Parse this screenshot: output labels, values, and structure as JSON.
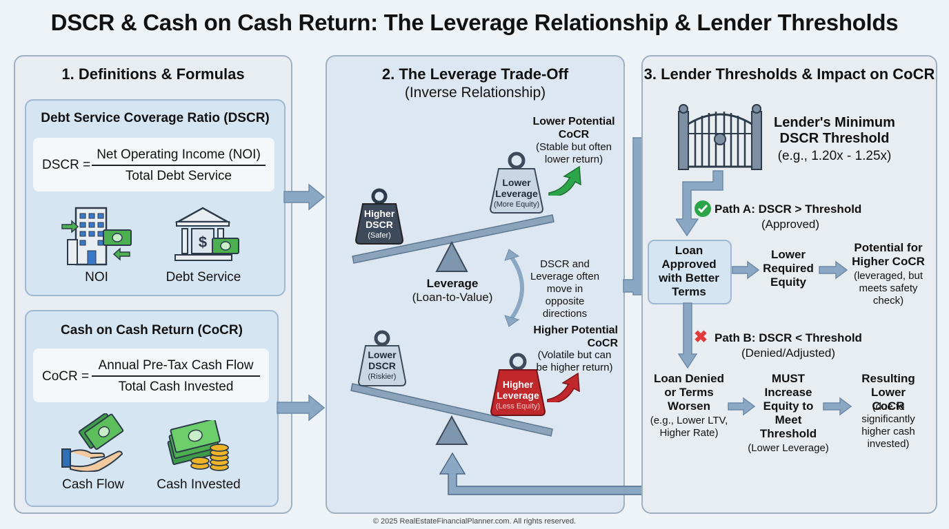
{
  "title": "DSCR & Cash on Cash Return: The Leverage Relationship & Lender Thresholds",
  "panel1": {
    "title": "1. Definitions & Formulas",
    "dscr_card": {
      "title": "Debt Service Coverage Ratio (DSCR)",
      "formula_lhs": "DSCR =",
      "numerator": "Net Operating Income (NOI)",
      "denominator": "Total Debt Service",
      "icon1_label": "NOI",
      "icon2_label": "Debt Service",
      "icon2_symbol": "$"
    },
    "cocr_card": {
      "title": "Cash on Cash Return (CoCR)",
      "formula_lhs": "CoCR =",
      "numerator": "Annual Pre-Tax Cash Flow",
      "denominator": "Total Cash Invested",
      "icon1_label": "Cash Flow",
      "icon2_label": "Cash Invested"
    }
  },
  "panel2": {
    "title": "2. The Leverage Trade-Off",
    "subtitle": "(Inverse Relationship)",
    "top_left_weight": {
      "line1": "Higher",
      "line2": "DSCR",
      "sub": "(Safer)"
    },
    "top_right_weight": {
      "line1": "Lower",
      "line2": "Leverage",
      "sub": "(More Equity)"
    },
    "top_outcome_bold": "Lower Potential CoCR",
    "top_outcome_note": "(Stable but often lower return)",
    "fulcrum_bold": "Leverage",
    "fulcrum_note": "(Loan-to-Value)",
    "middle_note": "DSCR and Leverage often move in opposite directions",
    "bottom_left_weight": {
      "line1": "Lower",
      "line2": "DSCR",
      "sub": "(Riskier)"
    },
    "bottom_right_weight": {
      "line1": "Higher",
      "line2": "Leverage",
      "sub": "(Less Equity)"
    },
    "bottom_outcome_bold": "Higher Potential CoCR",
    "bottom_outcome_note": "(Volatile but can be higher return)"
  },
  "panel3": {
    "title": "3. Lender Thresholds & Impact on CoCR",
    "threshold_bold": "Lender's Minimum DSCR Threshold",
    "threshold_note": "(e.g., 1.20x - 1.25x)",
    "path_a_bold": "Path A: DSCR > Threshold",
    "path_a_note": "(Approved)",
    "path_a_icon": "✔",
    "approved_box": "Loan Approved with Better Terms",
    "lower_equity": "Lower Required Equity",
    "higher_cocr_bold": "Potential for Higher CoCR",
    "higher_cocr_note": "(leveraged, but meets safety check)",
    "path_b_bold": "Path B: DSCR < Threshold",
    "path_b_note": "(Denied/Adjusted)",
    "path_b_icon": "✖",
    "denied_bold": "Loan Denied or Terms Worsen",
    "denied_note": "(e.g., Lower LTV, Higher Rate)",
    "must_bold": "MUST Increase Equity to Meet Threshold",
    "must_note": "(Lower Leverage)",
    "lower_cocr_bold": "Resulting Lower CoCR",
    "lower_cocr_note": "(due to significantly higher cash invested)"
  },
  "footer": "© 2025 RealEstateFinancialPlanner.com. All rights reserved.",
  "colors": {
    "arrow_blue": "#8aa7c4",
    "weight_dark": "#3d4a5b",
    "weight_light": "#c9d7e4",
    "weight_red": "#c0282c",
    "green": "#2ca54a",
    "red": "#e03a3a",
    "beam": "#8ba3bb"
  }
}
